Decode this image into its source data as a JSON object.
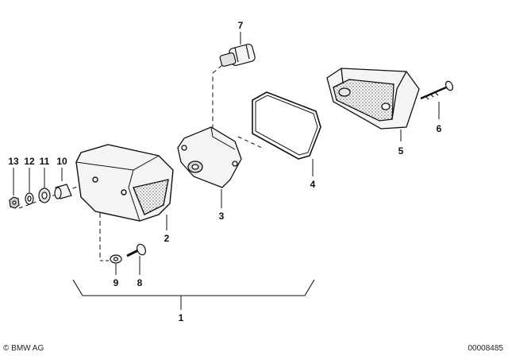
{
  "callouts": {
    "c1": "1",
    "c2": "2",
    "c3": "3",
    "c4": "4",
    "c5": "5",
    "c6": "6",
    "c7": "7",
    "c8": "8",
    "c9": "9",
    "c10": "10",
    "c11": "11",
    "c12": "12",
    "c13": "13"
  },
  "footer": {
    "copyright": "© BMW AG",
    "document_number": "00008485"
  },
  "colors": {
    "ink": "#111111",
    "light_fill": "#f4f4f4",
    "shade": "#cfcfcf"
  }
}
